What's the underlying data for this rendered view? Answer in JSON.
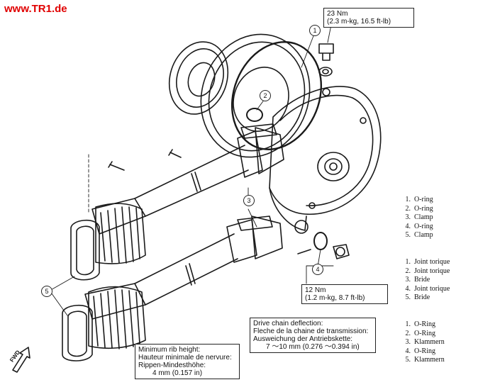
{
  "site": {
    "url": "www.TR1.de",
    "color": "#e00000"
  },
  "torque_top": {
    "line1": "23 Nm",
    "line2": "(2.3 m-kg, 16.5 ft-lb)"
  },
  "torque_bottom": {
    "line1": "12 Nm",
    "line2": "(1.2 m-kg, 8.7 ft-lb)"
  },
  "chain_box": {
    "lines": [
      "Drive chain deflection:",
      "Fleche de la chaine de transmission:",
      "Ausweichung der Antriebskette:",
      "7 ～10 mm (0.276 ～0.394 in)"
    ]
  },
  "rib_box": {
    "lines": [
      "Minimum rib height:",
      "Hauteur minimale de nervure:",
      "Rippen-Mindesthöhe:",
      "4 mm (0.157 in)"
    ]
  },
  "callouts": [
    "1",
    "2",
    "3",
    "4",
    "5"
  ],
  "legend_en": [
    {
      "n": "1.",
      "t": "O-ring"
    },
    {
      "n": "2.",
      "t": "O-ring"
    },
    {
      "n": "3.",
      "t": "Clamp"
    },
    {
      "n": "4.",
      "t": "O-ring"
    },
    {
      "n": "5.",
      "t": "Clamp"
    }
  ],
  "legend_fr": [
    {
      "n": "1.",
      "t": "Joint torique"
    },
    {
      "n": "2.",
      "t": "Joint torique"
    },
    {
      "n": "3.",
      "t": "Bride"
    },
    {
      "n": "4.",
      "t": "Joint torique"
    },
    {
      "n": "5.",
      "t": "Bride"
    }
  ],
  "legend_de": [
    {
      "n": "1.",
      "t": "O-Ring"
    },
    {
      "n": "2.",
      "t": "O-Ring"
    },
    {
      "n": "3.",
      "t": "Klammern"
    },
    {
      "n": "4.",
      "t": "O-Ring"
    },
    {
      "n": "5.",
      "t": "Klammern"
    }
  ],
  "front_marker": "FWD"
}
